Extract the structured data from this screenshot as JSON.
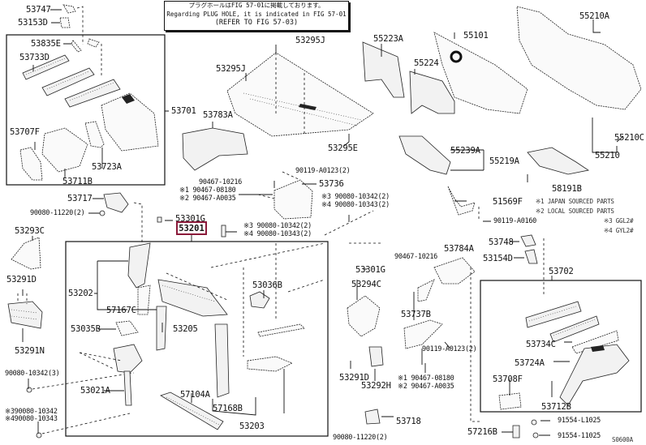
{
  "notice": {
    "line1": "プラグホールはFIG 57-01に掲載しております。",
    "line2": "Regarding PLUG HOLE, it is indicated in FIG 57-01",
    "line3": "(REFER TO FIG 57-03)"
  },
  "highlighted_part": "53201",
  "parts": {
    "p53747": "53747",
    "p53153D": "53153D",
    "p53835E": "53835E",
    "p53733D": "53733D",
    "p53707F": "53707F",
    "p53723A": "53723A",
    "p53711B": "53711B",
    "p53701": "53701",
    "p53717": "53717",
    "p90080_11220_a": "90080-11220(2)",
    "p53293C": "53293C",
    "p53291D_a": "53291D",
    "p53291N": "53291N",
    "p90080_10342_3": "90080-10342(3)",
    "p_note34_a1": "※390080-10342",
    "p_note34_a2": "※490080-10343",
    "p53295J_a": "53295J",
    "p53295J_b": "53295J",
    "p53783A": "53783A",
    "p53295E": "53295E",
    "p90467_10216_a": "90467-10216",
    "p_note12_a1": "※1 90467-08180",
    "p_note12_a2": "※2 90467-A0035",
    "p90119_A0123_a": "90119-A0123(2)",
    "p53736": "53736",
    "p_note34_b1": "※3 90080-10342(2)",
    "p_note34_b2": "※4 90080-10343(2)",
    "p53301G_a": "53301G",
    "p_note34_c1": "※3 90080-10342(2)",
    "p_note34_c2": "※4 90080-10343(2)",
    "p53202": "53202",
    "p57167C": "57167C",
    "p53035B": "53035B",
    "p53205": "53205",
    "p53036B": "53036B",
    "p53021A": "53021A",
    "p57104A": "57104A",
    "p57168B": "57168B",
    "p53203": "53203",
    "p55223A": "55223A",
    "p55224": "55224",
    "p55101": "55101",
    "p55210A": "55210A",
    "p55210C": "55210C",
    "p55210": "55210",
    "p55239A": "55239A",
    "p55219A": "55219A",
    "p58191B": "58191B",
    "p51569F": "51569F",
    "p90119_A0160": "90119-A0160",
    "p90467_10216_b": "90467-10216",
    "p53784A": "53784A",
    "p53301G_b": "53301G",
    "p53294C": "53294C",
    "p53737B": "53737B",
    "p90119_A0123_b": "90119-A0123(2)",
    "p53291D_b": "53291D",
    "p53292H": "53292H",
    "p_note12_b1": "※1 90467-08180",
    "p_note12_b2": "※2 90467-A0035",
    "p53718": "53718",
    "p90080_11220_b": "90080-11220(2)",
    "p53748": "53748",
    "p53154D": "53154D",
    "p53702": "53702",
    "p53734C": "53734C",
    "p53724A": "53724A",
    "p53708F": "53708F",
    "p53712B": "53712B",
    "p57216B": "57216B",
    "p91554_L1025": "91554-L1025",
    "p91554_11025": "91554-11025"
  },
  "legend": {
    "note1": "※1 JAPAN SOURCED PARTS",
    "note2": "※2 LOCAL SOURCED PARTS",
    "note3": "※3 GGL2#",
    "note4": "※4 GYL2#"
  },
  "figure_code": "S0600A",
  "colors": {
    "highlight": "#8b1a3a",
    "ink": "#111111"
  }
}
